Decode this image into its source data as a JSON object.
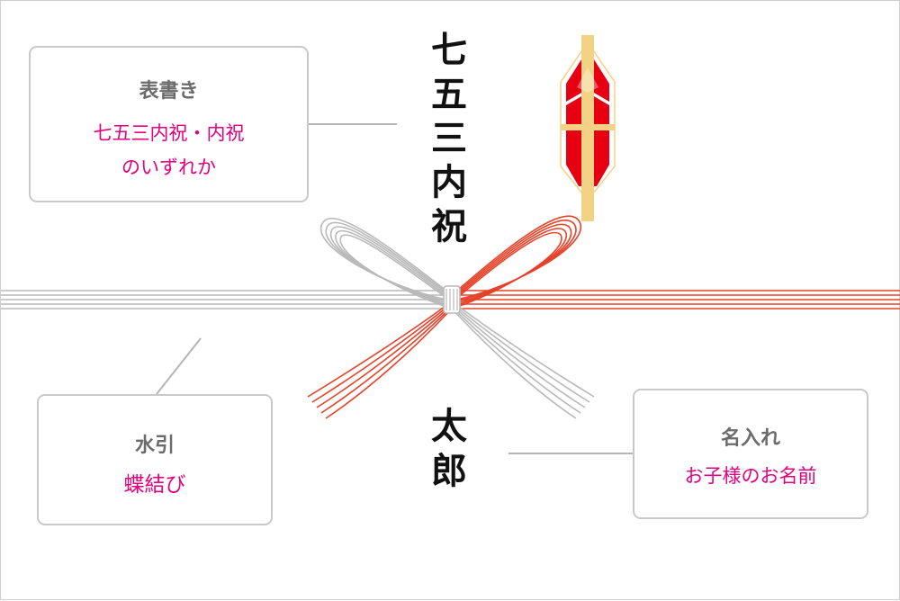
{
  "callouts": {
    "omotegaki": {
      "heading": "表書き",
      "value_line1": "七五三内祝・内祝",
      "value_line2": "のいずれか"
    },
    "mizuhiki": {
      "heading": "水引",
      "value": "蝶結び"
    },
    "nairee": {
      "heading": "名入れ",
      "value": "お子様のお名前"
    }
  },
  "noshi_text": {
    "omotegaki": [
      "七",
      "五",
      "三",
      "内",
      "祝"
    ],
    "name": [
      "太",
      "郎"
    ]
  },
  "colors": {
    "accent_text": "#e4007f",
    "mizuhiki_red": "#e5432a",
    "mizuhiki_silver": "#b9b9b9",
    "noshi_red": "#e60012",
    "noshi_gold": "#f3d285",
    "callout_border": "#c9c9c9",
    "leader_line": "#b5b5b5"
  }
}
